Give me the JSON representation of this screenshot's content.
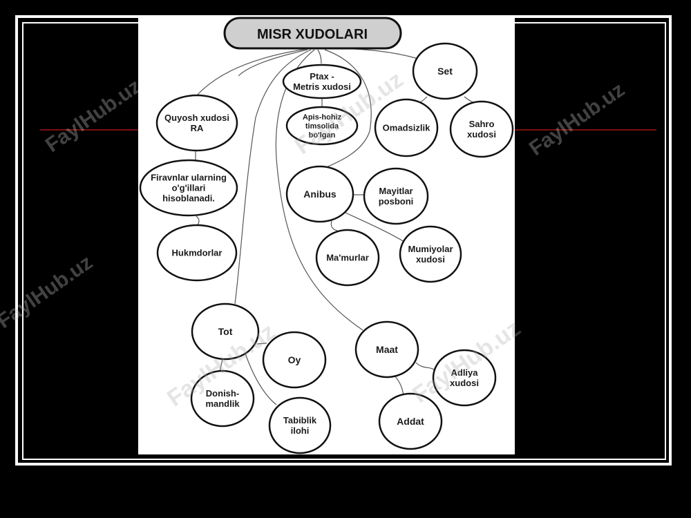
{
  "watermark": "FaylHub.uz",
  "title": "MISR XUDOLARI",
  "nodes": {
    "ptax": [
      "Ptax -",
      "Metris xudosi"
    ],
    "apis": [
      "Apis-hohiz",
      "timsolida",
      "bo'lgan"
    ],
    "set": [
      "Set"
    ],
    "omadsizlik": [
      "Omadsizlik"
    ],
    "sahro": [
      "Sahro",
      "xudosi"
    ],
    "quyosh": [
      "Quyosh xudosi",
      "RA"
    ],
    "firavnlar": [
      "Firavnlar ularning",
      "o'g'illari",
      "hisoblanadi."
    ],
    "hukmdorlar": [
      "Hukmdorlar"
    ],
    "anibus": [
      "Anibus"
    ],
    "mayitlar": [
      "Mayitlar",
      "posboni"
    ],
    "mamurlar": [
      "Ma'murlar"
    ],
    "mumiyolar": [
      "Mumiyolar",
      "xudosi"
    ],
    "tot": [
      "Tot"
    ],
    "oy": [
      "Oy"
    ],
    "donish": [
      "Donish-",
      "mandlik"
    ],
    "tabiblik": [
      "Tabiblik",
      "ilohi"
    ],
    "maat": [
      "Maat"
    ],
    "adliya": [
      "Adliya",
      "xudosi"
    ],
    "addat": [
      "Addat"
    ]
  }
}
